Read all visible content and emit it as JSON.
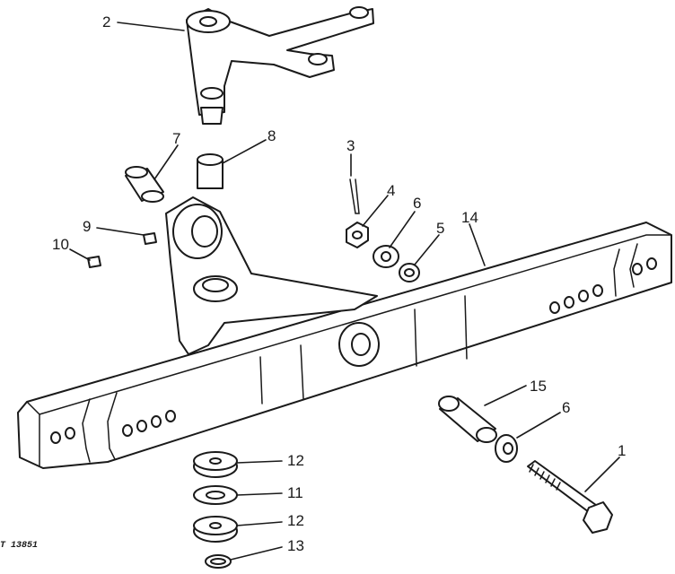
{
  "callouts": [
    {
      "id": "c1",
      "label": "1"
    },
    {
      "id": "c2",
      "label": "2"
    },
    {
      "id": "c3",
      "label": "3"
    },
    {
      "id": "c4",
      "label": "4"
    },
    {
      "id": "c5",
      "label": "5"
    },
    {
      "id": "c6a",
      "label": "6"
    },
    {
      "id": "c6b",
      "label": "6"
    },
    {
      "id": "c7",
      "label": "7"
    },
    {
      "id": "c8",
      "label": "8"
    },
    {
      "id": "c9",
      "label": "9"
    },
    {
      "id": "c10",
      "label": "10"
    },
    {
      "id": "c11",
      "label": "11"
    },
    {
      "id": "c12a",
      "label": "12"
    },
    {
      "id": "c12b",
      "label": "12"
    },
    {
      "id": "c13",
      "label": "13"
    },
    {
      "id": "c14",
      "label": "14"
    },
    {
      "id": "c15",
      "label": "15"
    }
  ],
  "figure_ref": "T 13851",
  "parts": {
    "bolt": "bolt-1",
    "steering_arm": "steering-arm-2",
    "cotter_pin": "cotter-pin-3",
    "castle_nut": "castle-nut-4",
    "washer_small": "washer-5",
    "washer_thick": "washer-6",
    "bushing_left": "bushing-7",
    "bushing_right": "bushing-8",
    "grease_fitting_9": "grease-fitting-9",
    "grease_fitting_10": "grease-fitting-10",
    "thrust_washer": "thrust-washer-12",
    "washer_11": "washer-11",
    "snap_ring": "snap-ring-13",
    "axle_beam": "front-axle-14",
    "pivot_pin": "pivot-pin-15"
  }
}
